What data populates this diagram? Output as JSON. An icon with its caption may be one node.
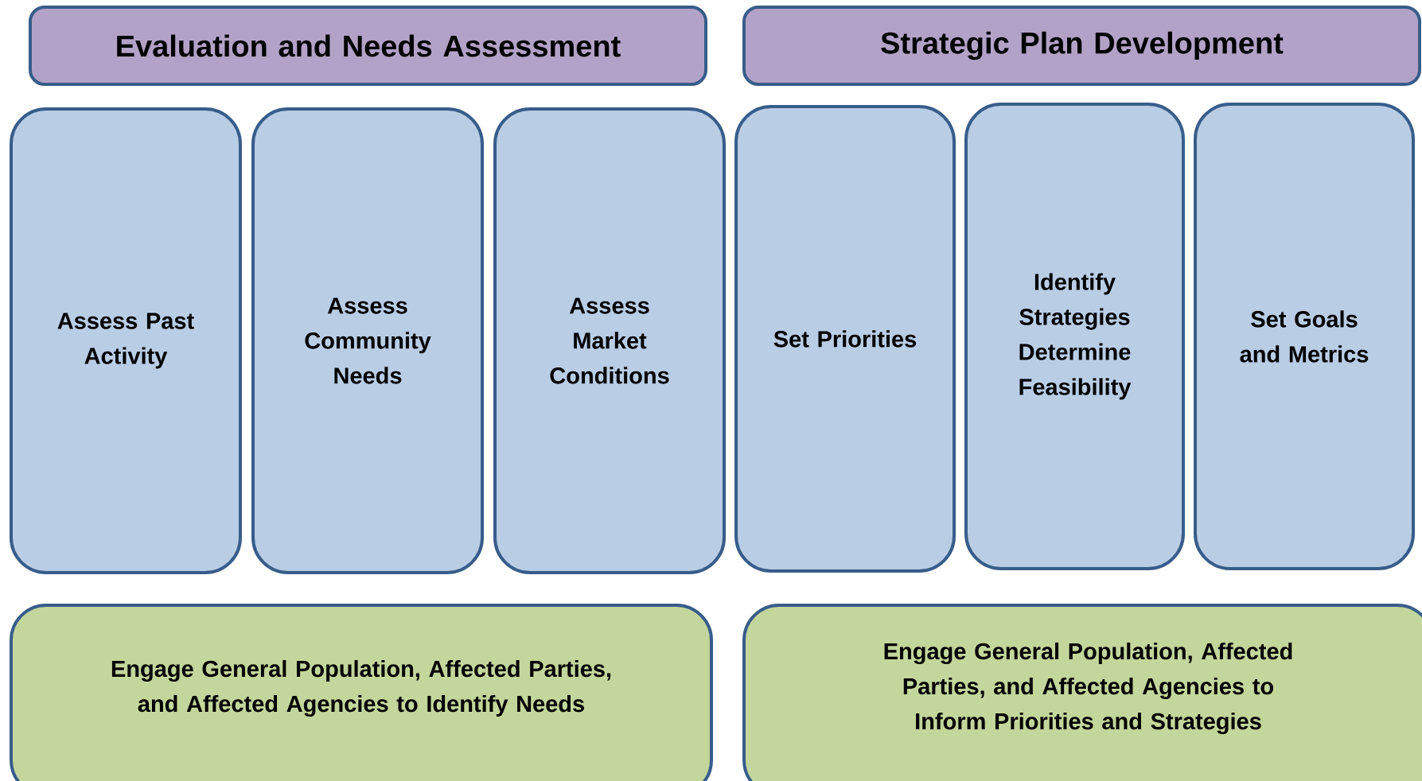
{
  "diagram": {
    "nodes": [
      {
        "text": [
          "Evaluation and Needs Assessment"
        ]
      },
      {
        "text": [
          "Strategic Plan Development"
        ]
      },
      {
        "text": [
          "Assess Past Activity"
        ]
      },
      {
        "text": [
          "Assess Community Needs"
        ]
      },
      {
        "text": [
          "Assess Market Conditions"
        ]
      },
      {
        "text": [
          "Set Priorities"
        ]
      },
      {
        "text": [
          "Identify Strategies Determine Feasibility"
        ]
      },
      {
        "text": [
          "Set Goals and Metrics"
        ]
      },
      {
        "text": [
          "Engage General Population, Affected Parties, and Affected Agencies to Identify Needs"
        ]
      },
      {
        "text": [
          "Engage General Population, Affected Parties, and Affected Agencies to Inform Priorities and Strategies"
        ]
      }
    ]
  }
}
